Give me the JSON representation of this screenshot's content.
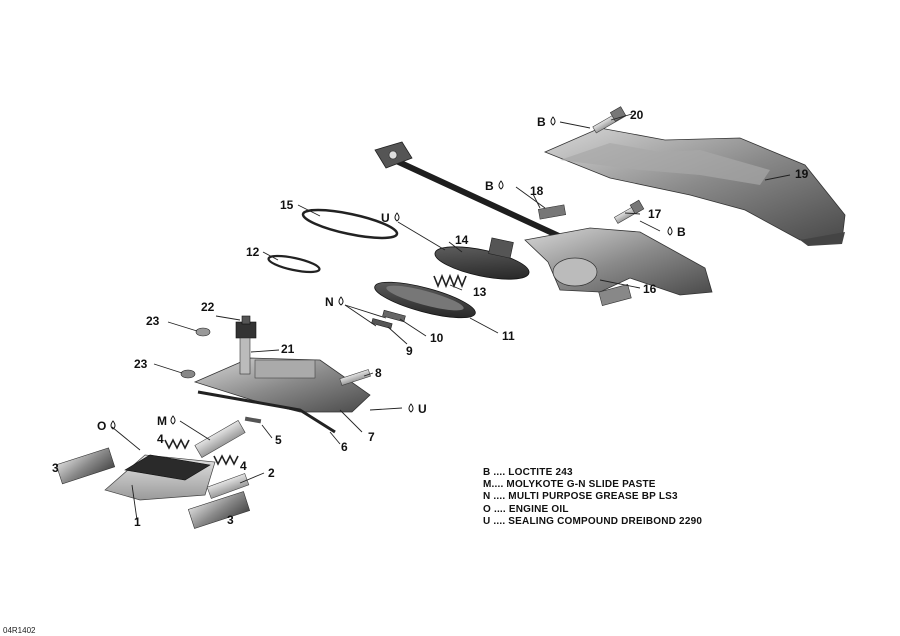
{
  "diagram": {
    "callouts": [
      "1",
      "2",
      "3",
      "3",
      "4",
      "4",
      "5",
      "6",
      "7",
      "8",
      "9",
      "10",
      "11",
      "12",
      "13",
      "14",
      "15",
      "16",
      "17",
      "18",
      "19",
      "20",
      "21",
      "22",
      "23",
      "23"
    ],
    "symbols": {
      "b_20": "B",
      "b_18": "B",
      "b_17": "B",
      "u_14": "U",
      "u_7": "U",
      "n_9": "N",
      "m_4": "M",
      "o_1": "O"
    },
    "symbol_icon": "drop-icon"
  },
  "legend": [
    {
      "code": "B",
      "text": " .... LOCTITE 243"
    },
    {
      "code": "M",
      "text": ".... MOLYKOTE G-N SLIDE PASTE"
    },
    {
      "code": "N",
      "text": " .... MULTI PURPOSE GREASE BP LS3"
    },
    {
      "code": "O",
      "text": " .... ENGINE OIL"
    },
    {
      "code": "U",
      "text": " .... SEALING COMPOUND DREIBOND 2290"
    }
  ],
  "doc_ref": "04R1402",
  "colors": {
    "part_dark": "#3a3a3a",
    "part_mid": "#8a8a8a",
    "part_light": "#c8c8c8",
    "ink": "#111111"
  }
}
